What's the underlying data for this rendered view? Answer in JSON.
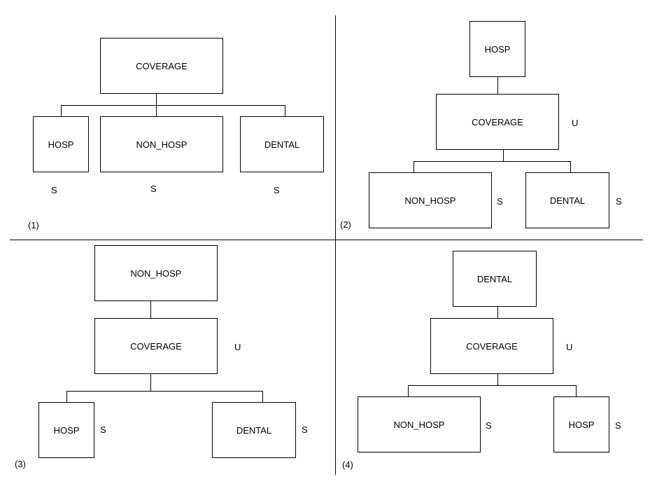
{
  "panels": [
    {
      "number": "(1)",
      "boxes": {
        "coverage": "COVERAGE",
        "hosp": "HOSP",
        "non_hosp": "NON_HOSP",
        "dental": "DENTAL"
      },
      "marks": {
        "hosp": "S",
        "non_hosp": "S",
        "dental": "S"
      }
    },
    {
      "number": "(2)",
      "boxes": {
        "root": "HOSP",
        "coverage": "COVERAGE",
        "child_left": "NON_HOSP",
        "child_right": "DENTAL"
      },
      "marks": {
        "coverage": "U",
        "child_left": "S",
        "child_right": "S"
      }
    },
    {
      "number": "(3)",
      "boxes": {
        "root": "NON_HOSP",
        "coverage": "COVERAGE",
        "child_left": "HOSP",
        "child_right": "DENTAL"
      },
      "marks": {
        "coverage": "U",
        "child_left": "S",
        "child_right": "S"
      }
    },
    {
      "number": "(4)",
      "boxes": {
        "root": "DENTAL",
        "coverage": "COVERAGE",
        "child_left": "NON_HOSP",
        "child_right": "HOSP"
      },
      "marks": {
        "coverage": "U",
        "child_left": "S",
        "child_right": "S"
      }
    }
  ]
}
